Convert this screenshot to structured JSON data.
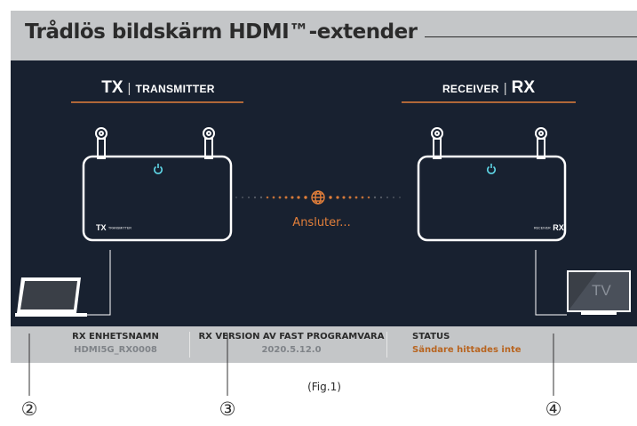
{
  "title": "Trådlös bildskärm HDMI™-extender",
  "transmitter": {
    "code": "TX",
    "label": "TRANSMITTER",
    "device_code": "TX",
    "device_text": "TRANSMITTER"
  },
  "receiver": {
    "code": "RX",
    "label": "RECEIVER",
    "device_code": "RX",
    "device_text": "RECEIVER"
  },
  "connection_status": "Ansluter...",
  "tv_label": "TV",
  "info": {
    "device_name": {
      "heading": "RX ENHETSNAMN",
      "value": "HDMI5G_RX0008"
    },
    "firmware": {
      "heading": "RX VERSION AV FAST PROGRAMVARA",
      "value": "2020.5.12.0"
    },
    "status": {
      "heading": "STATUS",
      "value": "Sändare hittades inte"
    }
  },
  "figure_caption": "(Fig.1)",
  "callouts": [
    "②",
    "③",
    "④"
  ],
  "colors": {
    "panel": "#182130",
    "accent": "#e27f3a",
    "power": "#5fd6e6",
    "bar": "#c4c6c8",
    "status": "#b8641f"
  },
  "icons": {
    "power": "power-icon",
    "globe": "globe-icon",
    "laptop": "laptop-icon",
    "tv": "tv-icon"
  }
}
